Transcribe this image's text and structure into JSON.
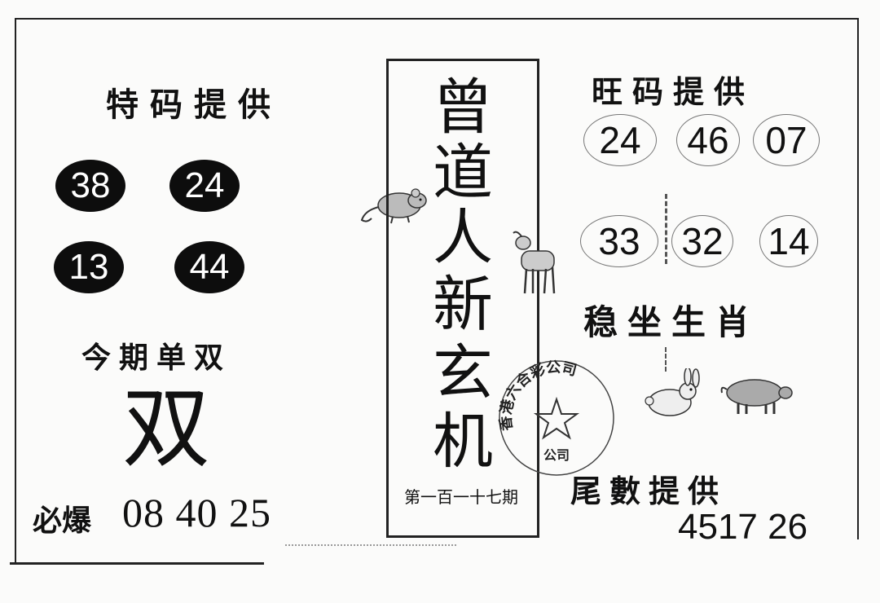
{
  "left": {
    "special_heading": "特码提供",
    "special_numbers": [
      "38",
      "24",
      "13",
      "44"
    ],
    "odd_even_heading": "今期单双",
    "odd_even_value": "双",
    "must_label": "必爆",
    "must_numbers": "08 40 25"
  },
  "center": {
    "title_chars": [
      "曾",
      "道",
      "人",
      "新",
      "玄",
      "机"
    ],
    "issue": "第一百一十七期",
    "stamp_arc": "香港六合彩公司",
    "stamp_inner": "公司"
  },
  "right": {
    "hot_heading": "旺码提供",
    "hot_numbers": [
      "24",
      "46",
      "07",
      "33",
      "32",
      "14"
    ],
    "zodiac_heading": "稳坐生肖",
    "zodiac_icons": [
      "rabbit-icon",
      "pig-icon"
    ],
    "tail_heading": "尾數提供",
    "tail_numbers": "4517 26"
  },
  "decorations": [
    "rat-icon",
    "goat-icon",
    "star-icon"
  ],
  "colors": {
    "ink": "#111111",
    "paper": "#fbfbfa",
    "ball": "#0d0d0d"
  }
}
